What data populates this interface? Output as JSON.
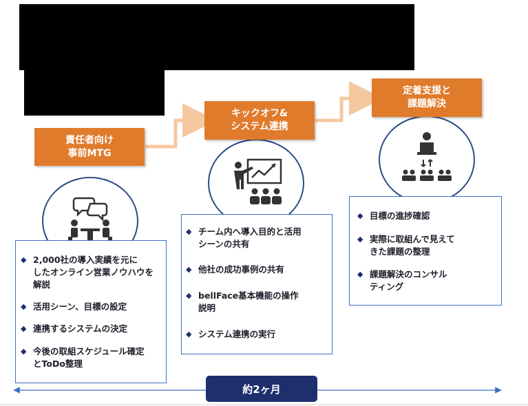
{
  "phases": [
    {
      "title_lines": [
        "責任者向け",
        "事前MTG"
      ],
      "icon": "meeting-people-icon",
      "items": [
        [
          "2,000社の導入実績を元に",
          "したオンライン営業ノウハウを",
          "解説"
        ],
        [
          "活用シーン、目標の設定"
        ],
        [
          "連携するシステムの決定"
        ],
        [
          "今後の取組スケジュール確定",
          "とToDo整理"
        ]
      ]
    },
    {
      "title_lines": [
        "キックオフ&",
        "システム連携"
      ],
      "icon": "presentation-icon",
      "items": [
        [
          "チーム内へ導入目的と活用",
          "シーンの共有"
        ],
        [
          "他社の成功事例の共有"
        ],
        [
          "bellFace基本機能の操作",
          "説明"
        ],
        [
          "システム連携の実行"
        ]
      ]
    },
    {
      "title_lines": [
        "定着支援と",
        "課題解決"
      ],
      "icon": "leader-team-icon",
      "items": [
        [
          "目標の進捗確認"
        ],
        [
          "実際に取組んで見えて",
          "きた課題の整理"
        ],
        [
          "課題解決のコンサル",
          "ティング"
        ]
      ]
    }
  ],
  "bullet": "◆",
  "period_label": "約2ヶ月",
  "colors": {
    "orange": "#e07b2c",
    "navy": "#1e2f6e",
    "panel_border": "#3a6fc4",
    "arrow": "#f6c8a0"
  }
}
